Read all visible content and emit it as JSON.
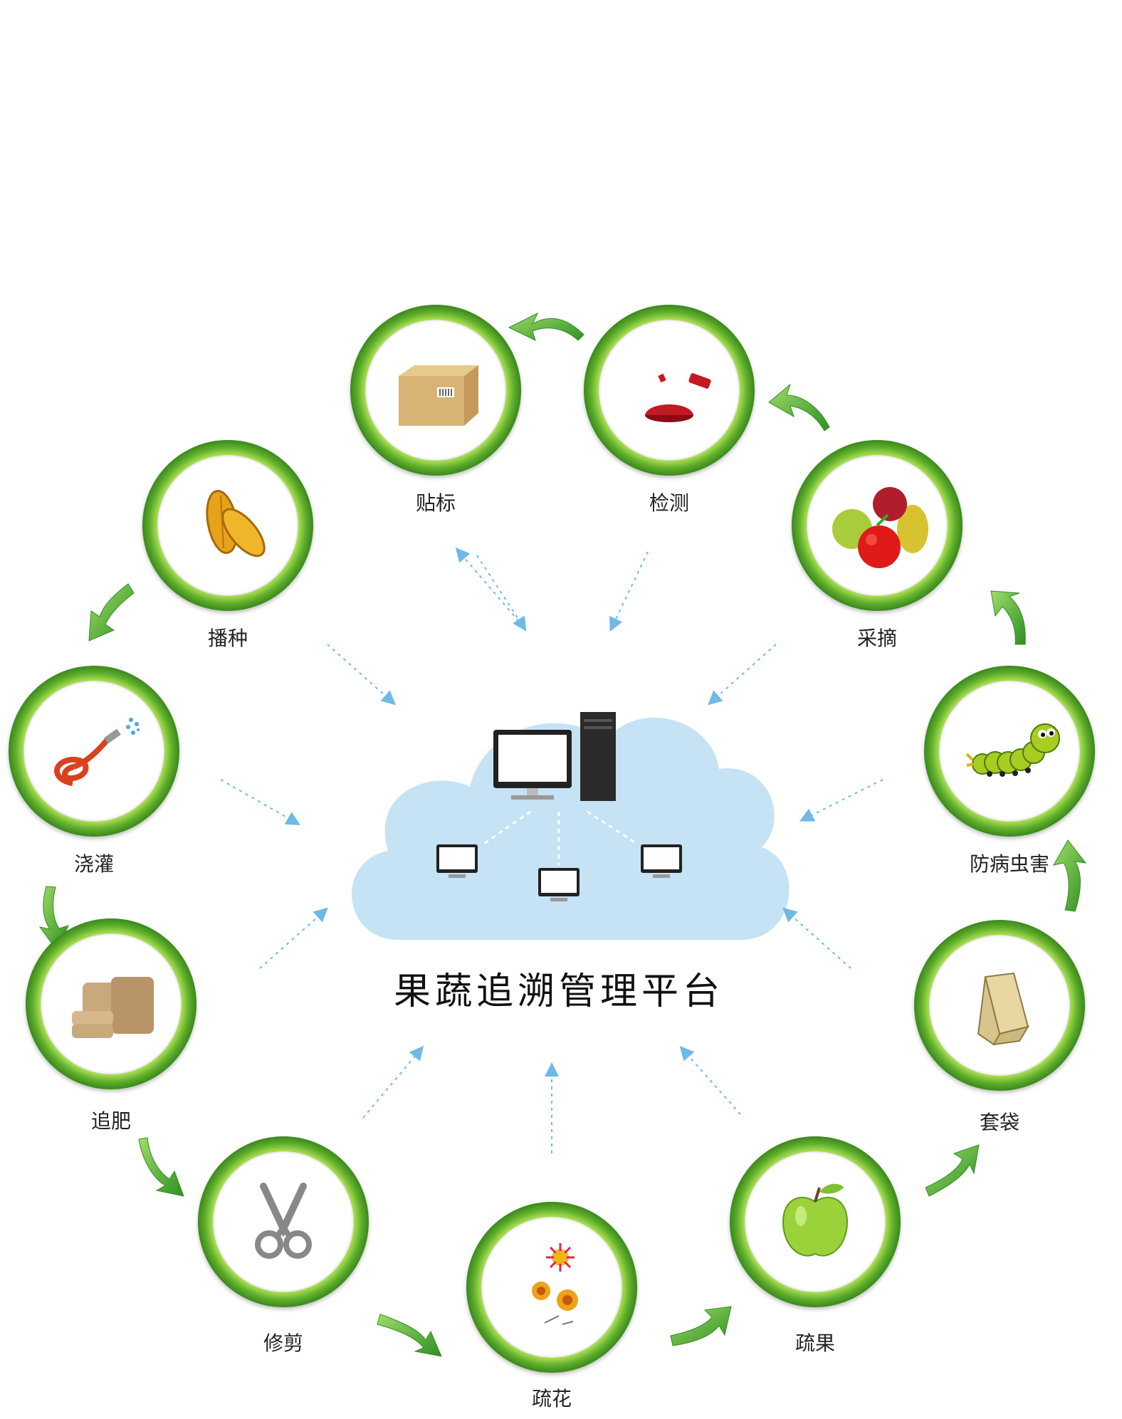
{
  "platform": {
    "title": "果蔬追溯管理平台"
  },
  "steps": [
    {
      "label": "贴标",
      "icon": "box-icon"
    },
    {
      "label": "检测",
      "icon": "sample-icon"
    },
    {
      "label": "采摘",
      "icon": "fruit-basket-icon"
    },
    {
      "label": "防病虫害",
      "icon": "caterpillar-icon"
    },
    {
      "label": "套袋",
      "icon": "paper-bag-icon"
    },
    {
      "label": "疏果",
      "icon": "apple-icon"
    },
    {
      "label": "疏花",
      "icon": "flowers-icon"
    },
    {
      "label": "修剪",
      "icon": "scissors-icon"
    },
    {
      "label": "追肥",
      "icon": "fertilizer-bags-icon"
    },
    {
      "label": "浇灌",
      "icon": "hose-icon"
    },
    {
      "label": "播种",
      "icon": "seeds-icon"
    }
  ],
  "colors": {
    "ring": "#6bb82f",
    "arrow": "#3a9d2a",
    "cloud": "#bfe0f2",
    "dotted": "#6fb9e6"
  }
}
